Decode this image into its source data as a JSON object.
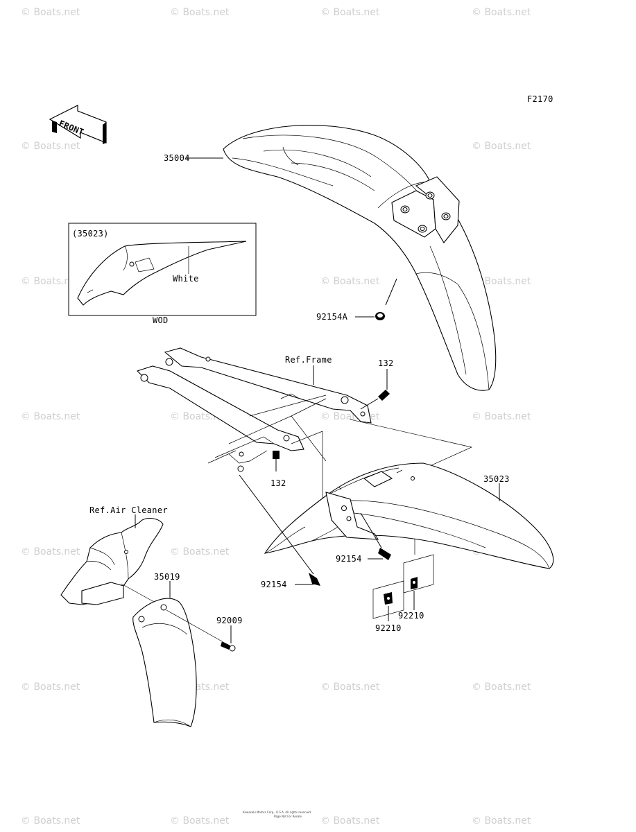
{
  "figure_code": "F2170",
  "front_indicator": "FRONT",
  "watermark_text": "© Boats.net",
  "callouts": {
    "front_fender": "35004",
    "front_fender_bolt": "92154A",
    "inset_part": "(35023)",
    "inset_color": "White",
    "inset_caption": "WOD",
    "ref_frame": "Ref.Frame",
    "bolt_132_upper": "132",
    "bolt_132_lower": "132",
    "rear_fender": "35023",
    "rear_bolt_right": "92154",
    "rear_bolt_left": "92154",
    "ref_air_cleaner": "Ref.Air Cleaner",
    "mud_guard": "35019",
    "screw": "92009",
    "nut_right": "92210",
    "nut_left": "92210"
  },
  "copyright_line1": "Kawasaki Motors Corp., U.S.A. All rights reserved.",
  "copyright_line2": "Page Not For Resale"
}
